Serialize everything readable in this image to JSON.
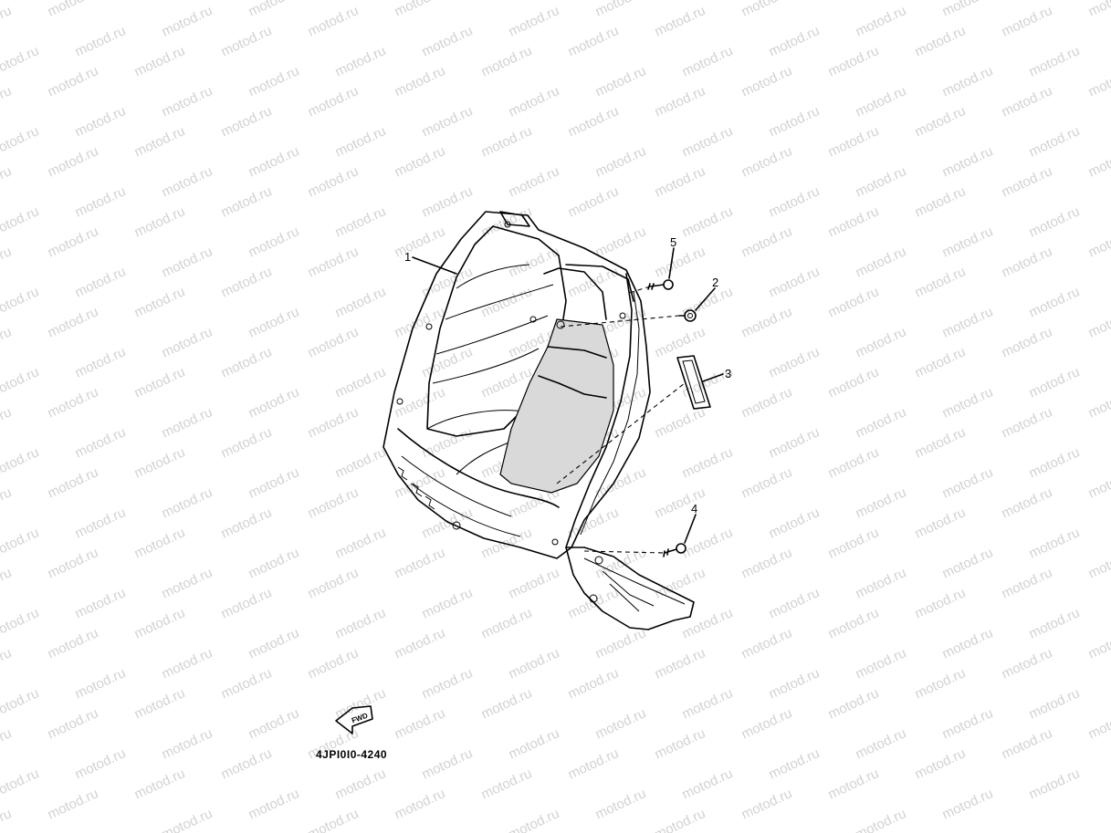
{
  "watermark": {
    "text": "motod.ru",
    "color": "#d2d2d2"
  },
  "callouts": [
    {
      "id": "1",
      "label": "1"
    },
    {
      "id": "2",
      "label": "2"
    },
    {
      "id": "3",
      "label": "3"
    },
    {
      "id": "4",
      "label": "4"
    },
    {
      "id": "5",
      "label": "5"
    }
  ],
  "fwd_label": "FWD",
  "part_code": "4JPI0I0-4240",
  "icons": [
    "fwd-arrow-icon"
  ]
}
